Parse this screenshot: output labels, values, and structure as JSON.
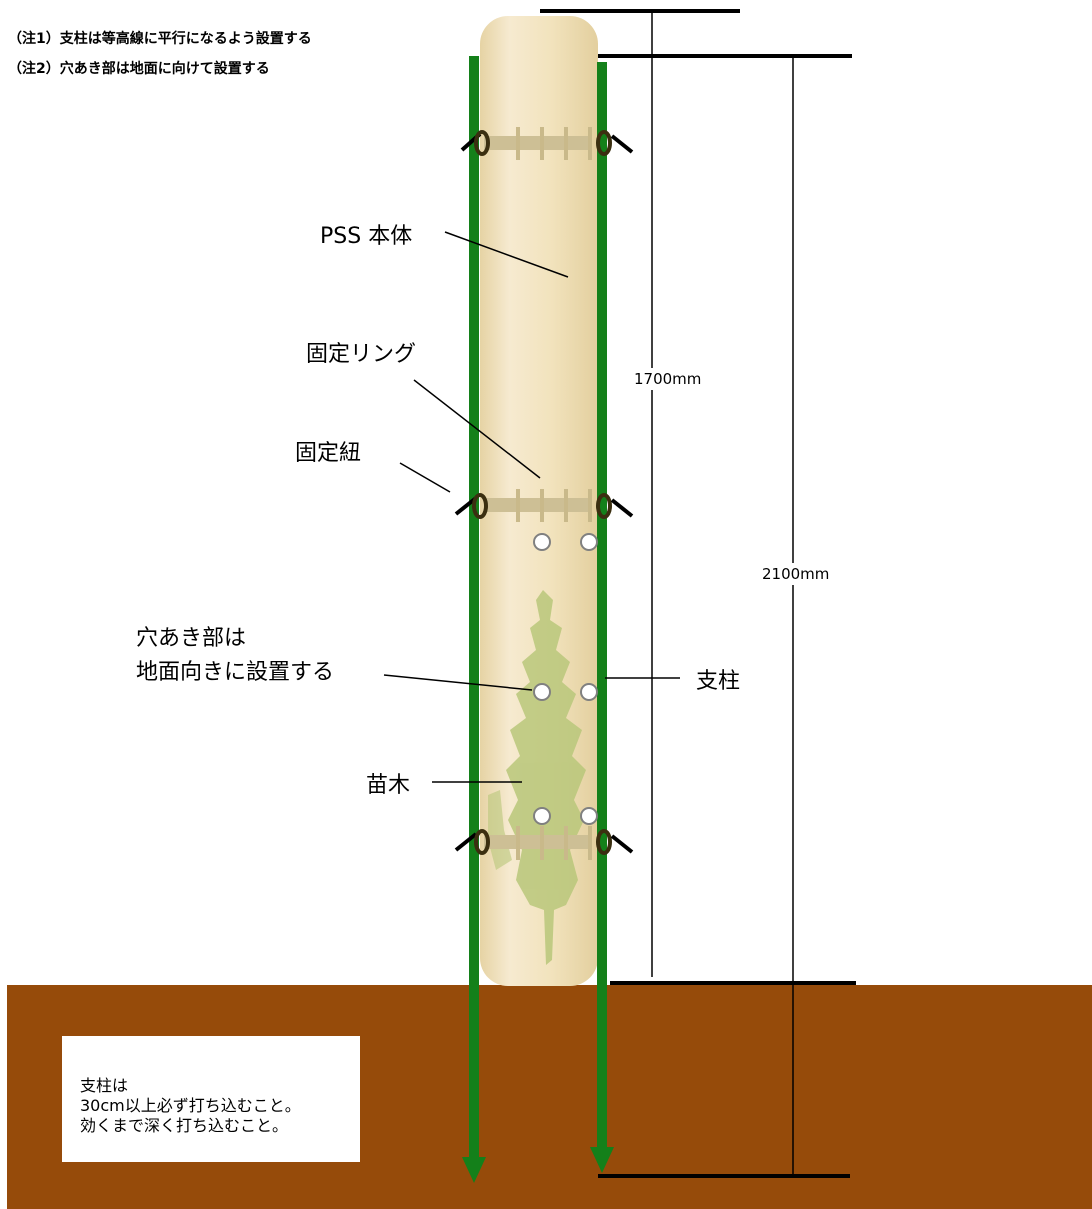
{
  "notes": [
    "（注1）支柱は等高線に平行になるよう設置する",
    "（注2）穴あき部は地面に向けて設置する"
  ],
  "labels": {
    "pss_body": "PSS 本体",
    "fixing_ring": "固定リング",
    "fixing_string": "固定紐",
    "holes_line1": "穴あき部は",
    "holes_line2": "地面向きに設置する",
    "post": "支柱",
    "seedling": "苗木"
  },
  "dimensions": {
    "pss_height": "1700mm",
    "post_height": "2100mm"
  },
  "ground_note": [
    "支柱は",
    "30cm以上必ず打ち込むこと。",
    "効くまで深く打ち込むこと。"
  ],
  "colors": {
    "ground": "#964B0A",
    "post": "#14801A",
    "tube": "#F4E6C0",
    "ring": "#C9B98A",
    "seedling": "#B9C77A"
  }
}
